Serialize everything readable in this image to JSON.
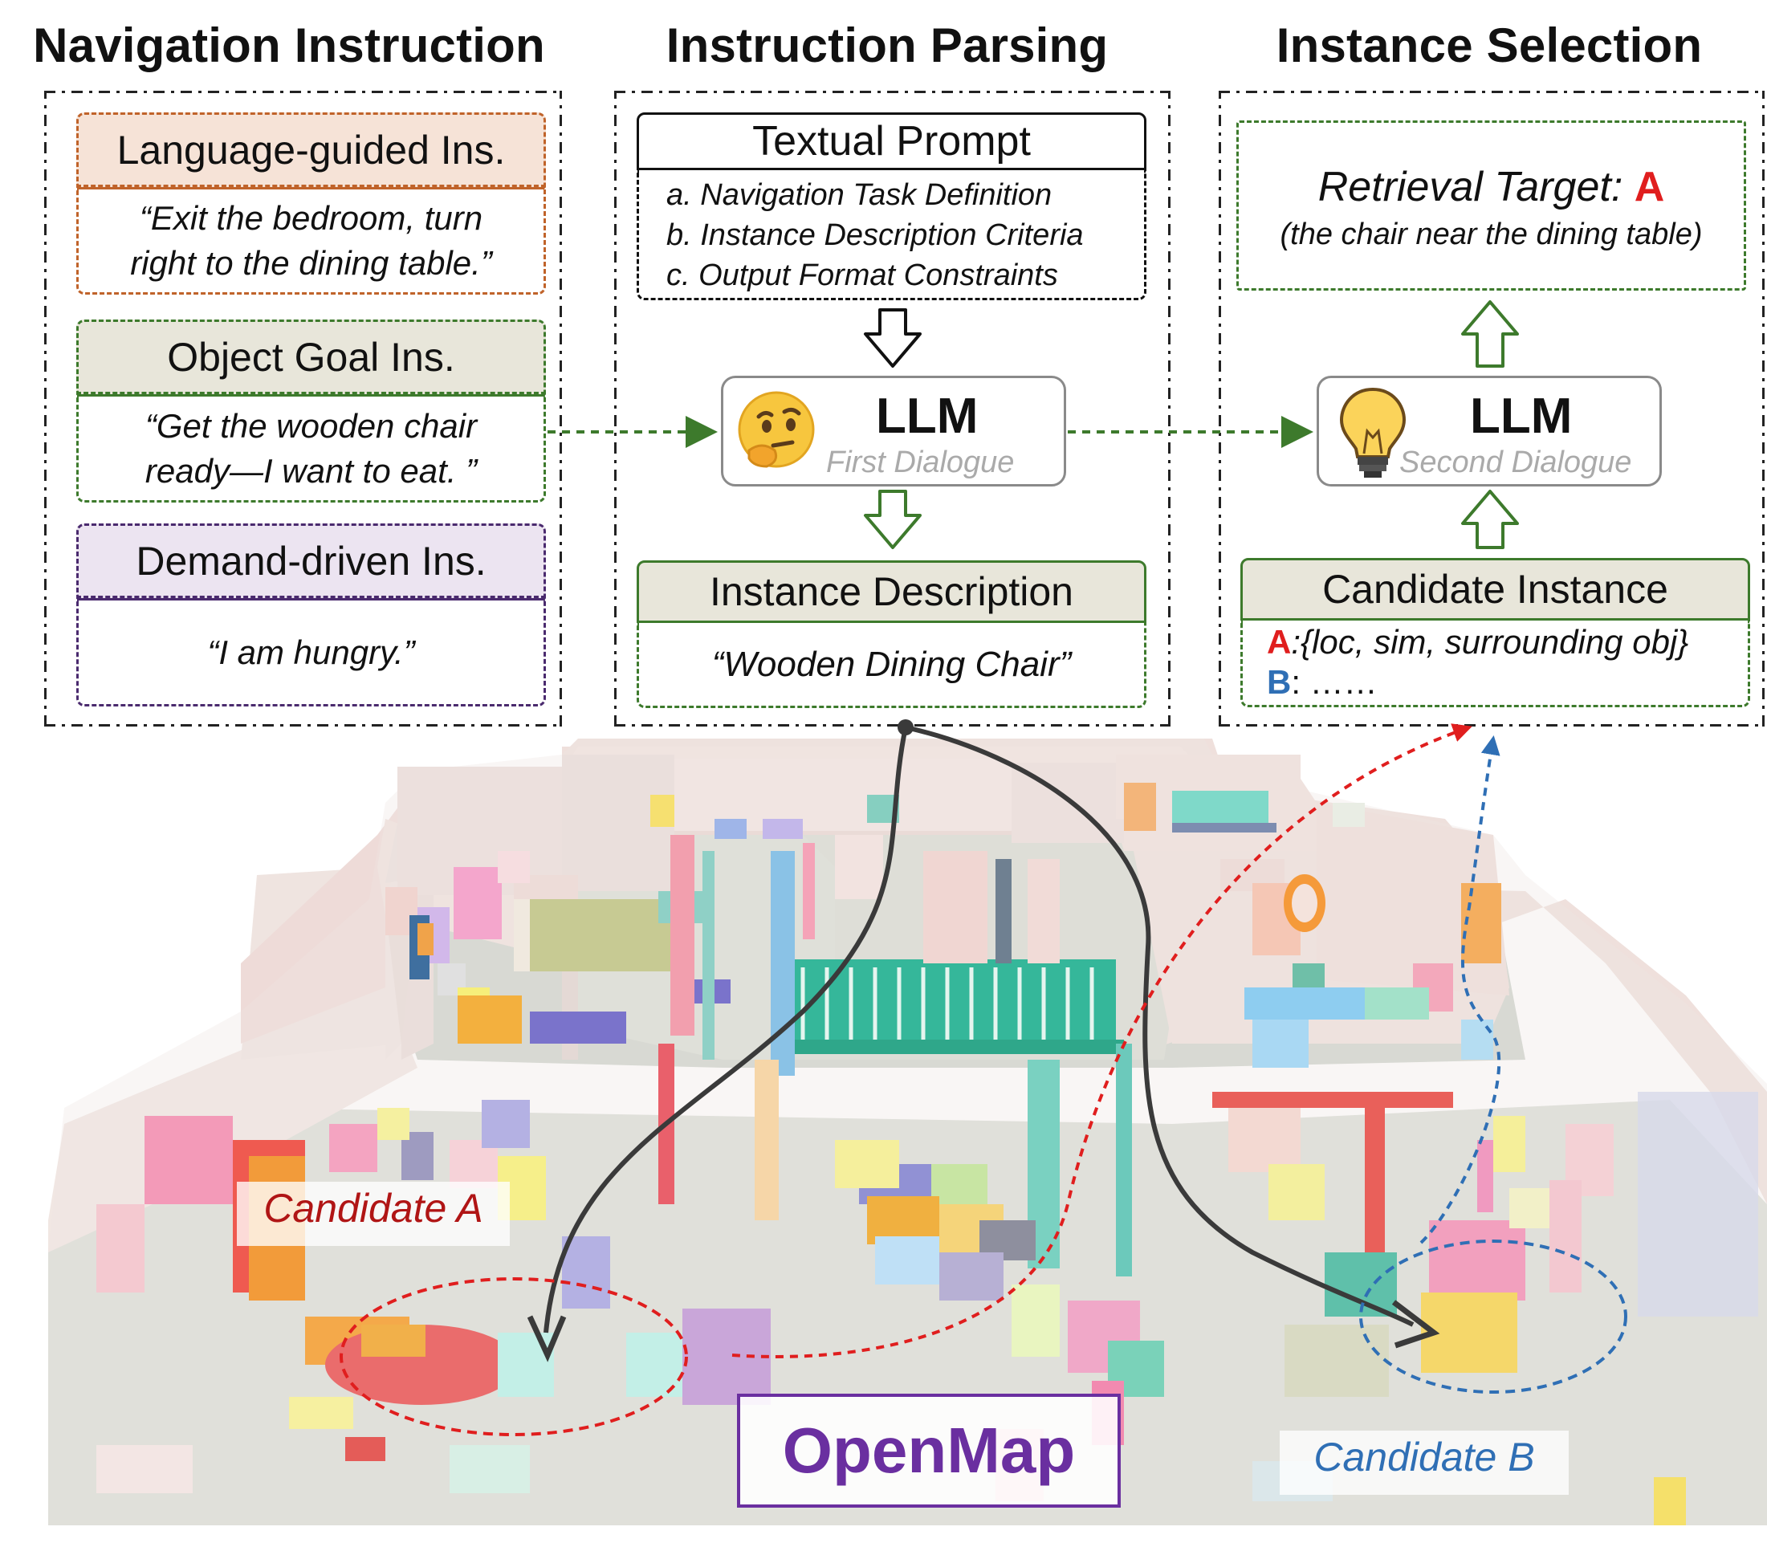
{
  "columns": {
    "navigation": "Navigation Instruction",
    "parsing": "Instruction Parsing",
    "selection": "Instance Selection"
  },
  "instructions": [
    {
      "type": "Language-guided Ins.",
      "text_line1": "“Exit the bedroom, turn",
      "text_line2": "right to the dining table.”",
      "color": "#c0632a",
      "fill": "#f6e3d7"
    },
    {
      "type": "Object Goal Ins.",
      "text_line1": "“Get the wooden chair",
      "text_line2": "ready—I want to eat. ”",
      "color": "#3d7a2c",
      "fill": "#e8e6da"
    },
    {
      "type": "Demand-driven Ins.",
      "text_line1": "“I am hungry.”",
      "text_line2": "",
      "color": "#4a2a6e",
      "fill": "#ece4f1"
    }
  ],
  "parsing": {
    "prompt_title": "Textual Prompt",
    "prompt_items": [
      "a. Navigation Task Definition",
      "b. Instance Description Criteria",
      "c. Output Format Constraints"
    ],
    "llm1": {
      "title": "LLM",
      "subtitle": "First Dialogue",
      "icon": "thinking-face-icon"
    },
    "description_title": "Instance Description",
    "description_text": "“Wooden Dining Chair”"
  },
  "selection": {
    "retrieval_label": "Retrieval Target:",
    "retrieval_value": "A",
    "retrieval_note": "(the chair near the dining table)",
    "llm2": {
      "title": "LLM",
      "subtitle": "Second Dialogue",
      "icon": "lightbulb-icon"
    },
    "candidate_title": "Candidate Instance",
    "candidate_a_key": "A",
    "candidate_a_text": ":{loc, sim, surrounding obj}",
    "candidate_b_key": "B",
    "candidate_b_text": ": ……"
  },
  "scene": {
    "map_label": "OpenMap",
    "candidate_a": "Candidate A",
    "candidate_b": "Candidate B"
  },
  "colors": {
    "green": "#3d7a2c",
    "red": "#e01e1e",
    "blue": "#2f6fb5",
    "purple": "#6a2fa0",
    "dark_red": "#b01515"
  }
}
